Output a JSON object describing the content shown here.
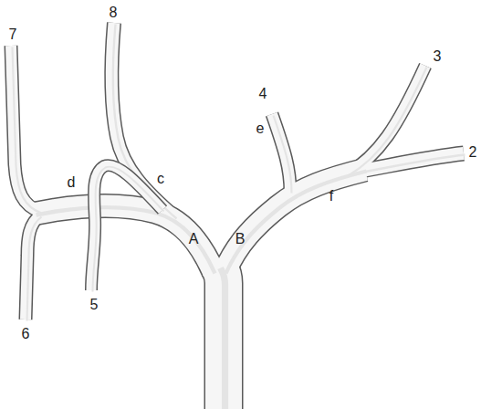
{
  "diagram": {
    "labels": [
      "7",
      "8",
      "4",
      "3",
      "2",
      "d",
      "c",
      "e",
      "f",
      "A",
      "B",
      "5",
      "6"
    ]
  }
}
